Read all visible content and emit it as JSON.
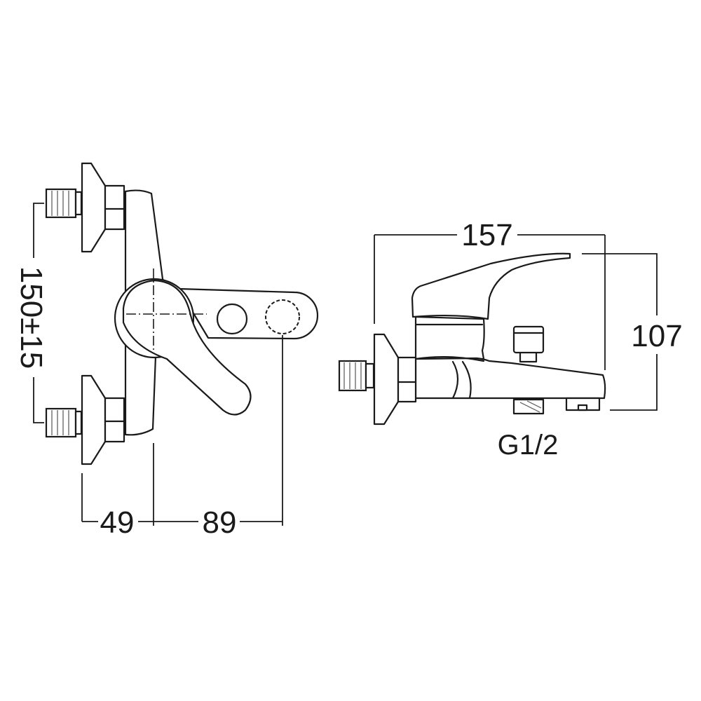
{
  "drawing": {
    "front_view": {
      "dim_inlet_spacing": "150±15",
      "dim_wall_to_center": "49",
      "dim_center_to_outlet": "89"
    },
    "side_view": {
      "dim_length": "157",
      "dim_height": "107",
      "thread_spec": "G1/2"
    },
    "line_color": "#1a1a1a"
  }
}
